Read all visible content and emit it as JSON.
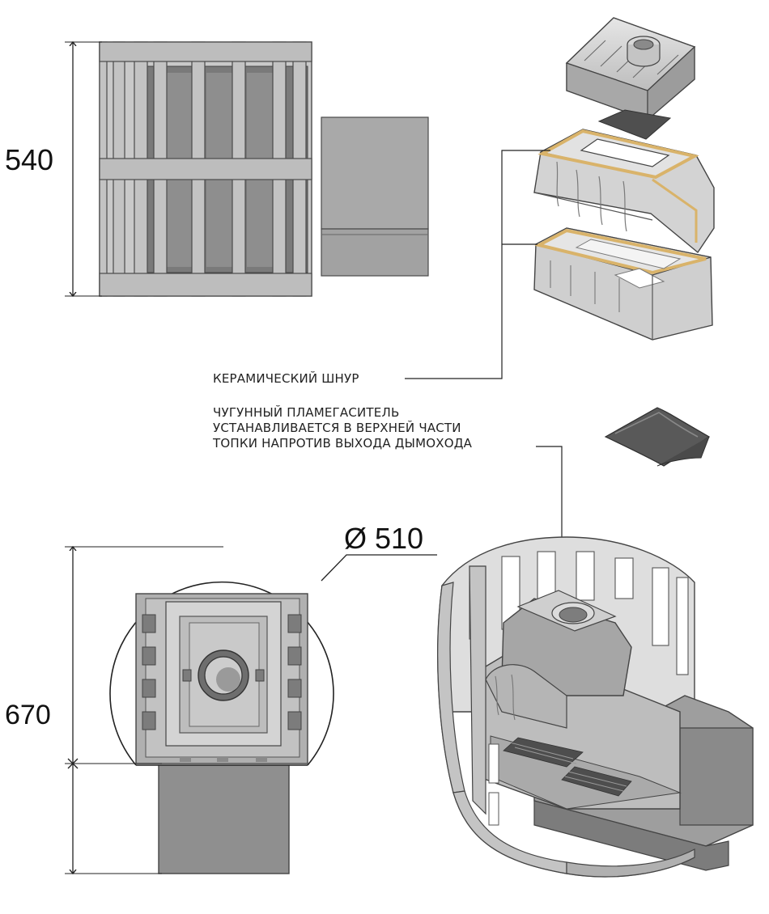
{
  "dimensions": {
    "height_top": "540",
    "height_bottom": "670",
    "diameter": "Ø 510"
  },
  "callouts": {
    "ceramic_cord": "КЕРАМИЧЕСКИЙ ШНУР",
    "flame_damper_lines": [
      "ЧУГУННЫЙ ПЛАМЕГАСИТЕЛЬ",
      "УСТАНАВЛИВАЕТСЯ В ВЕРХНЕЙ ЧАСТИ",
      "ТОПКИ НАПРОТИВ ВЫХОДА ДЫМОХОДА"
    ]
  },
  "colors": {
    "steel_light": "#c6c6c6",
    "steel_mid": "#9a9a9a",
    "steel_dark": "#6e6e6e",
    "cord": "#d9b36a",
    "line": "#222222"
  }
}
